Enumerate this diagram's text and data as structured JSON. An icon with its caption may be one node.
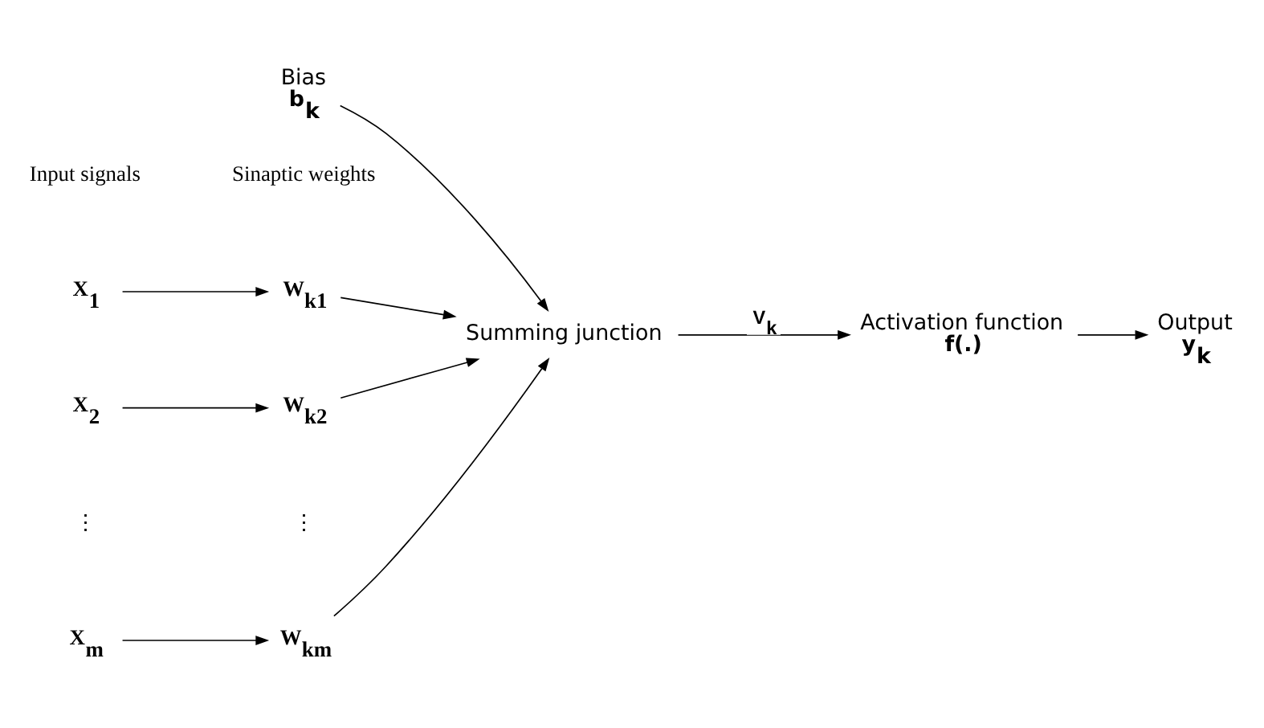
{
  "diagram": {
    "nodes": [
      {
        "text": [
          "X$_{1}$"
        ]
      },
      {
        "text": [
          "W$_{k1}$"
        ]
      },
      {
        "text": [
          "X$_{2}$"
        ]
      },
      {
        "text": [
          "W$_{k2}$"
        ]
      },
      {
        "text": [
          "X$_{m}$"
        ]
      },
      {
        "text": [
          "W$_{km}$"
        ]
      },
      {
        "text": [
          "Bias",
          "b$_{k}$"
        ]
      },
      {
        "text": [
          "Summing junction"
        ]
      },
      {
        "text": [
          "Activation function",
          "f(.)"
        ]
      },
      {
        "text": [
          "Output",
          "y$_{k}$"
        ]
      }
    ],
    "edges": [
      {
        "from": 0,
        "to": 1,
        "arrow": "to"
      },
      {
        "from": 2,
        "to": 3,
        "arrow": "to"
      },
      {
        "from": 4,
        "to": 5,
        "arrow": "to"
      },
      {
        "from": 1,
        "to": 7,
        "arrow": "to"
      },
      {
        "from": 3,
        "to": 7,
        "arrow": "to"
      },
      {
        "from": 5,
        "to": 7,
        "arrow": "to"
      },
      {
        "from": 6,
        "to": 7,
        "arrow": "to"
      },
      {
        "from": 7,
        "to": 8,
        "arrow": "to",
        "label": "V$_{k}$"
      },
      {
        "from": 8,
        "to": 9,
        "arrow": "to"
      }
    ],
    "labels": [
      "Sinaptic weights",
      "Input signals",
      "⋮",
      "⋮"
    ]
  }
}
